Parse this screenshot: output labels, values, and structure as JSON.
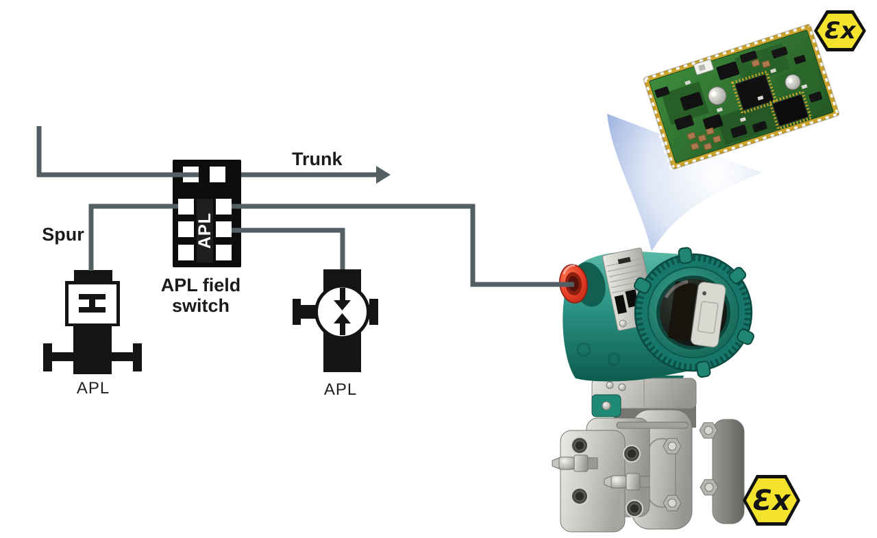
{
  "diagram": {
    "trunk_label": "Trunk",
    "spur_label": "Spur",
    "field_switch": {
      "caption": "APL field switch",
      "bar_label": "APL"
    },
    "device_left": {
      "label": "APL"
    },
    "device_middle": {
      "label": "APL"
    },
    "ex_badges": {
      "top_right": "Ɛx",
      "bottom_right": "Ɛx"
    },
    "images": {
      "circuit_board": "green electronics module with gold castellated edges",
      "pressure_transmitter": "teal pressure transmitter with red cap, round display bezel and stainless steel flanges",
      "swoosh": "blue swoosh linking circuit board to transmitter"
    },
    "colors": {
      "line": "#535f63",
      "symbol_black": "#121212",
      "ex_yellow": "#f3e32d",
      "transmitter_teal": "#2a9183",
      "cap_red": "#e23b24",
      "pcb_green": "#2f6f2f",
      "swoosh_blue": "#849ed2"
    }
  }
}
